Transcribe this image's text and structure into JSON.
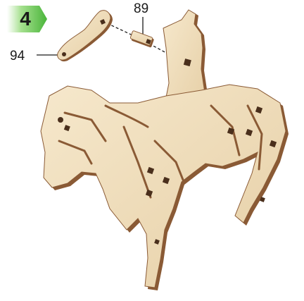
{
  "step": {
    "number": "4",
    "badge_color": "#5cc24d"
  },
  "callouts": [
    {
      "id": "89",
      "label": "89"
    },
    {
      "id": "94",
      "label": "94"
    }
  ],
  "colors": {
    "wood_face": "#f1dfbf",
    "wood_shade": "#e2c9a0",
    "wood_edge": "#8a5a35",
    "slot": "#4a2f1c",
    "leader_line": "#1a1a1a"
  }
}
